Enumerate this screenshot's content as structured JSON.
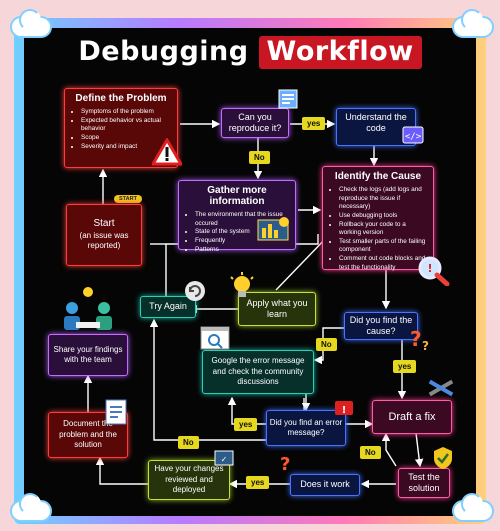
{
  "title": {
    "part1": "Debugging",
    "part2": "Workflow"
  },
  "define": {
    "heading": "Define the Problem",
    "items": [
      "Symptoms of the problem",
      "Expected behavior vs actual behavior",
      "Scope",
      "Severity and impact"
    ]
  },
  "start": {
    "tag": "START",
    "label": "Start",
    "sub": "(an issue was reported)"
  },
  "reproduce": {
    "label": "Can you reproduce it?"
  },
  "understand": {
    "label": "Understand the code"
  },
  "gather": {
    "heading": "Gather more information",
    "items": [
      "The environment that the issue occured",
      "State of the system",
      "Frequently",
      "Patterns"
    ]
  },
  "identify": {
    "heading": "Identify the Cause",
    "items": [
      "Check the logs (add logs and reproduce the issue if necessary)",
      "Use debugging tools",
      "Rollback your code to a working version",
      "Test smaller parts of the failing component",
      "Comment out code blocks and test the functionality"
    ]
  },
  "try_again": {
    "label": "Try Again"
  },
  "apply": {
    "label": "Apply what you learn"
  },
  "found_cause": {
    "label": "Did you find the cause?"
  },
  "share": {
    "label": "Share your findings with the team"
  },
  "google": {
    "label": "Google the error message and check the community discussions"
  },
  "found_error": {
    "label": "Did you find an error message?"
  },
  "draft": {
    "label": "Draft a fix"
  },
  "document": {
    "label": "Document the problem and the solution"
  },
  "reviewed": {
    "label": "Have your changes reviewed and deployed"
  },
  "works": {
    "label": "Does it work"
  },
  "test": {
    "label": "Test the solution"
  },
  "badges": {
    "yes": "yes",
    "no": "No"
  },
  "icons": [
    "code-icon",
    "warning-icon",
    "magnifier-icon",
    "lightbulb-icon",
    "team-icon",
    "question-icon",
    "tools-icon",
    "checkmark-badge-icon",
    "refresh-icon",
    "document-icon",
    "browser-search-icon"
  ],
  "colors": {
    "title_highlight": "#c81622",
    "badge": "#e6d81f",
    "wire": "#ffffff"
  }
}
